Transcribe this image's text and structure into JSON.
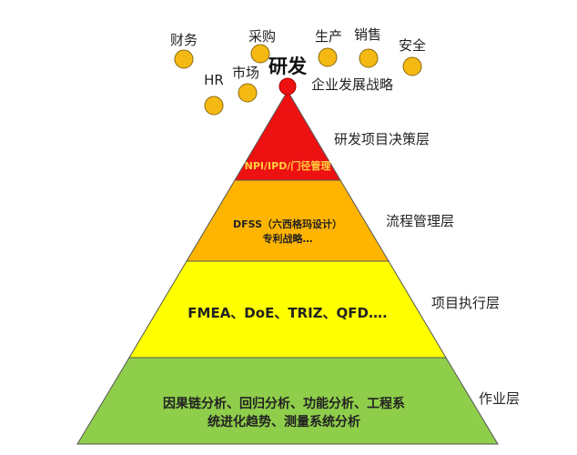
{
  "title": "研发",
  "strategy_label": "企业发展战略",
  "departments": [
    {
      "label": "财务"
    },
    {
      "label": "采购"
    },
    {
      "label": "生产"
    },
    {
      "label": "销售"
    },
    {
      "label": "安全"
    },
    {
      "label": "HR"
    },
    {
      "label": "市场"
    }
  ],
  "layers": [
    {
      "name": "研发项目决策层",
      "content": [
        "NPI/IPD/门径管理"
      ],
      "color": "#ee1111"
    },
    {
      "name": "流程管理层",
      "content": [
        "DFSS（六西格玛设计）",
        "专利战略…"
      ],
      "color": "#ffb400"
    },
    {
      "name": "项目执行层",
      "content": [
        "FMEA、DoE、TRIZ、QFD….",
        ""
      ],
      "color": "#ffff00"
    },
    {
      "name": "作业层",
      "content": [
        "因果链分析、回归分析、功能分析、工程系",
        "统进化趋势、测量系统分析"
      ],
      "color": "#8fce4a"
    }
  ],
  "colors": {
    "circle": "#f5b914",
    "apex": "#ee1111"
  }
}
